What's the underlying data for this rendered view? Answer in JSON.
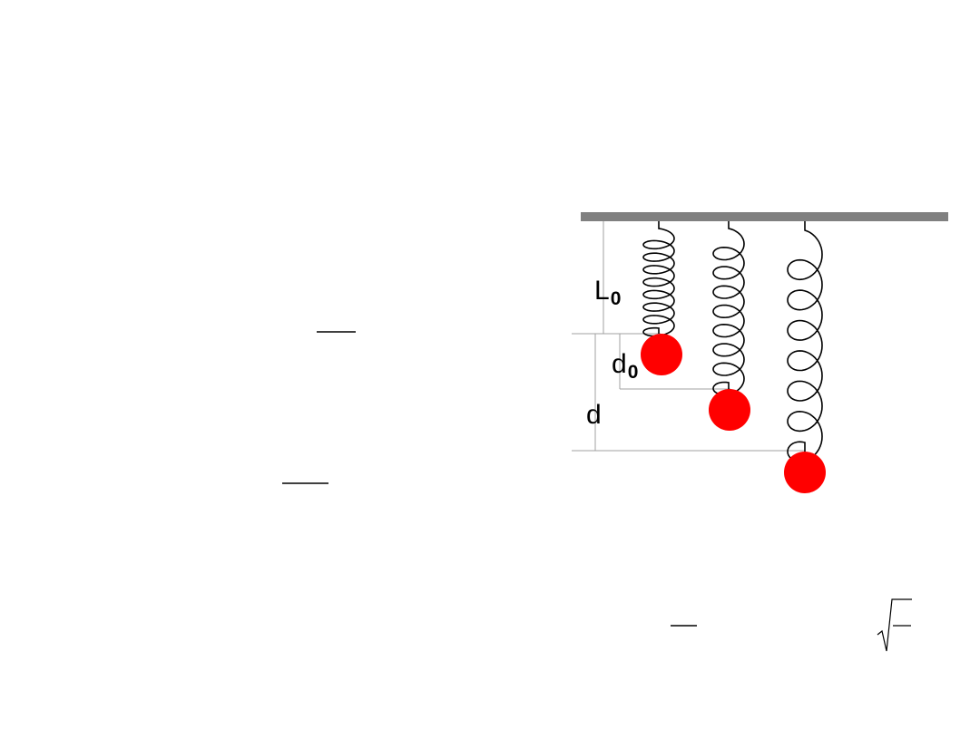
{
  "diagram": {
    "labels": {
      "natural_length": {
        "main": "L",
        "sub": "0"
      },
      "initial_stretch": {
        "main": "d",
        "sub": "0"
      },
      "stretch": {
        "main": "d"
      }
    },
    "colors": {
      "ceiling": "#808080",
      "mass": "#ff0000",
      "spring": "#000000",
      "guide_line": "#a0a0a0",
      "fraction_bar": "#000000"
    }
  }
}
